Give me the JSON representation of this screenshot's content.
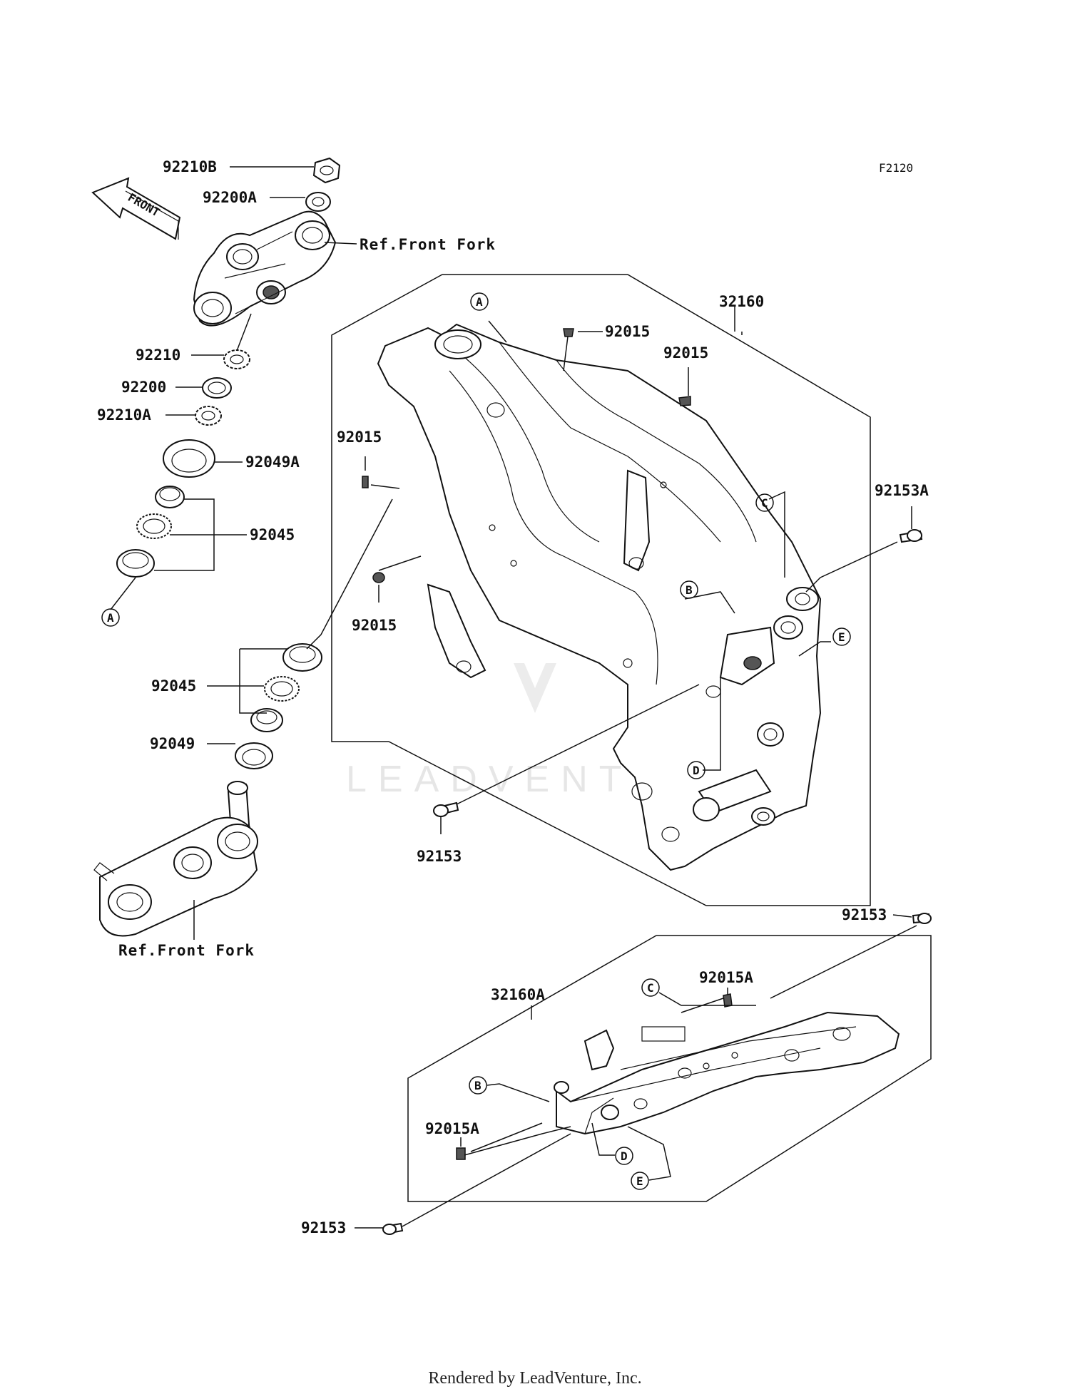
{
  "diagram_code": "F2120",
  "footer": "Rendered by LeadVenture, Inc.",
  "watermark": "LEADVENTURE",
  "front_arrow": "FRONT",
  "refs": {
    "front_fork_top": "Ref.Front Fork",
    "front_fork_bottom": "Ref.Front Fork"
  },
  "parts": {
    "p92210B": "92210B",
    "p92200A": "92200A",
    "p92210": "92210",
    "p92200": "92200",
    "p92210A": "92210A",
    "p92049A": "92049A",
    "p92045_top": "92045",
    "p92045_bottom": "92045",
    "p92049": "92049",
    "p32160": "32160",
    "p92015_1": "92015",
    "p92015_2": "92015",
    "p92015_3": "92015",
    "p92015_4": "92015",
    "p92153A": "92153A",
    "p92153_1": "92153",
    "p92153_2": "92153",
    "p92153_3": "92153",
    "p32160A": "32160A",
    "p92015A_1": "92015A",
    "p92015A_2": "92015A"
  },
  "callouts": {
    "A_top": "A",
    "A_left": "A",
    "B_main": "B",
    "C_main": "C",
    "D_main": "D",
    "E_main": "E",
    "B_sub": "B",
    "C_sub": "C",
    "D_sub": "D",
    "E_sub": "E"
  }
}
